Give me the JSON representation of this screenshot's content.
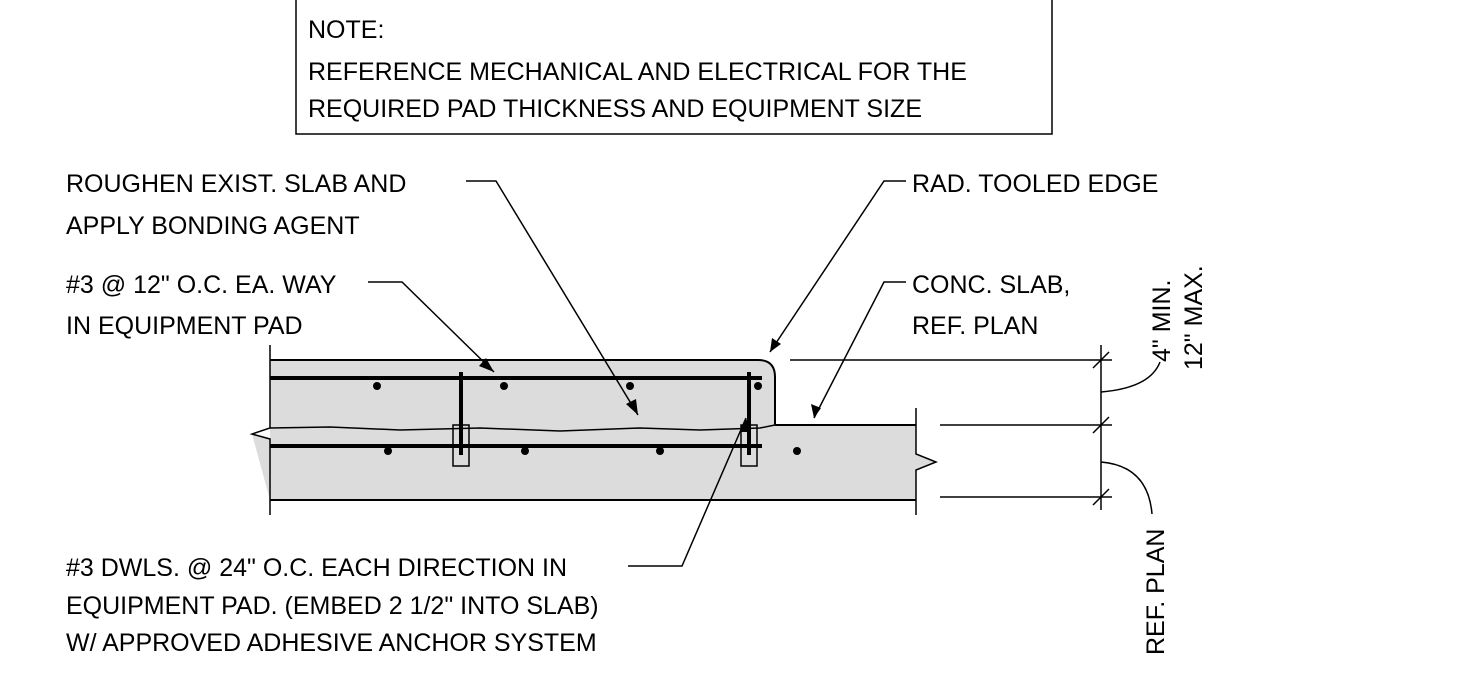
{
  "note": {
    "heading": "NOTE:",
    "line1": "REFERENCE MECHANICAL AND ELECTRICAL FOR THE",
    "line2": "REQUIRED PAD THICKNESS AND EQUIPMENT SIZE"
  },
  "callouts": {
    "roughen_line1": "ROUGHEN EXIST. SLAB AND",
    "roughen_line2": "APPLY BONDING AGENT",
    "rebar_line1": "#3 @ 12\" O.C. EA. WAY",
    "rebar_line2": "IN EQUIPMENT PAD",
    "tooled_edge": "RAD. TOOLED EDGE",
    "slab_line1": "CONC. SLAB,",
    "slab_line2": "REF. PLAN",
    "dowel_line1": "#3 DWLS. @ 24\" O.C. EACH DIRECTION IN",
    "dowel_line2": "EQUIPMENT PAD.  (EMBED 2 1/2\" INTO SLAB)",
    "dowel_line3": "W/ APPROVED ADHESIVE ANCHOR SYSTEM"
  },
  "dimensions": {
    "pad_min": "4\" MIN.",
    "pad_max": "12\" MAX.",
    "slab_ref": "REF. PLAN"
  },
  "colors": {
    "concrete_fill": "#dcdcdc",
    "line": "#000000",
    "background": "#ffffff"
  }
}
